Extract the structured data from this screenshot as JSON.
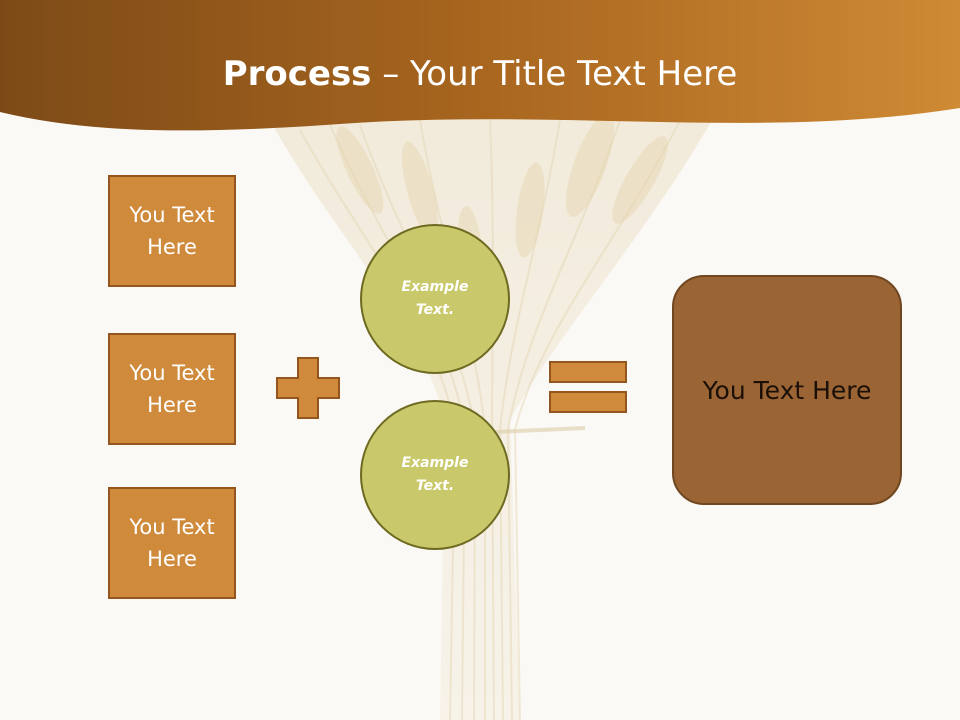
{
  "slide": {
    "title_bold": "Process",
    "title_rest": " – Your Title Text Here",
    "colors": {
      "header_dark": "#7d4a17",
      "header_light": "#cf8a35",
      "box_fill": "#cf8a3b",
      "circle_fill": "#c9c96b",
      "result_fill": "#9b6434"
    }
  },
  "left_boxes": [
    {
      "label": "You Text\nHere"
    },
    {
      "label": "You Text\nHere"
    },
    {
      "label": "You Text\nHere"
    }
  ],
  "operators": {
    "plus": "plus-icon",
    "equals": "equals-icon"
  },
  "circles": [
    {
      "label": "Example\nText."
    },
    {
      "label": "Example\nText."
    }
  ],
  "result_box": {
    "label": "You Text Here"
  }
}
